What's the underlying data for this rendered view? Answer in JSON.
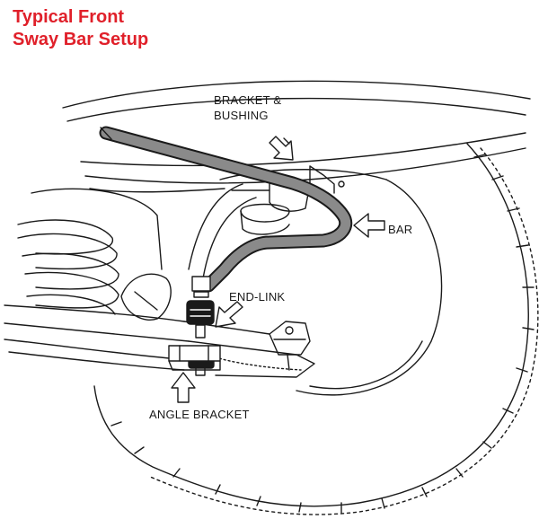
{
  "title": {
    "line1": "Typical Front",
    "line2": "Sway Bar Setup"
  },
  "callouts": {
    "bracket_bushing_line1": "BRACKET &",
    "bracket_bushing_line2": "BUSHING",
    "bar": "BAR",
    "end_link": "END-LINK",
    "angle_bracket": "ANGLE BRACKET"
  },
  "colors": {
    "title": "#e0202a",
    "ink": "#1a1a1a",
    "bar_fill": "#8a8a8a",
    "background": "#ffffff"
  }
}
